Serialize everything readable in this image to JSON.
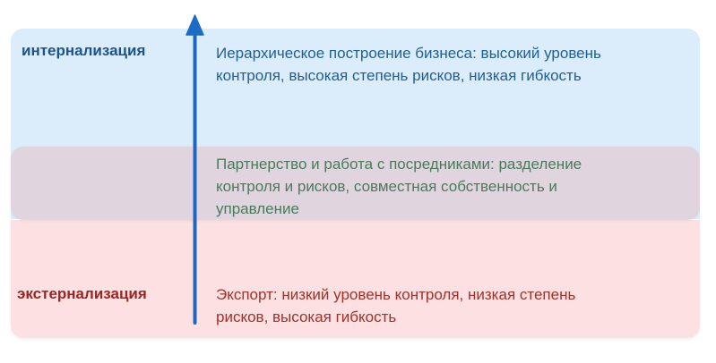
{
  "colors": {
    "top_band": "#dbecfb",
    "mid_band": "#e0d5de",
    "bot_band": "#fde0e1",
    "top_text": "#1f5f94",
    "top_label": "#1a5490",
    "mid_text": "#4a7a5c",
    "bot_text": "#a3302a",
    "bot_label": "#9e241f",
    "arrow": "#1a6cc4"
  },
  "levels": [
    {
      "label": "интернализация",
      "description_lines": [
        "Иерархическое построение бизнеса: высокий уровень",
        "контроля, высокая степень рисков, низкая гибкость"
      ]
    },
    {
      "label": "",
      "description_lines": [
        "Партнерство и работа с посредниками: разделение",
        "контроля и рисков, совместная собственность и",
        "управление"
      ]
    },
    {
      "label": "экстернализация",
      "description_lines": [
        "Экспорт: низкий уровень контроля, низкая степень",
        "рисков, высокая гибкость"
      ]
    }
  ],
  "arrow": {
    "direction": "up",
    "icon": "arrow-up-icon"
  }
}
